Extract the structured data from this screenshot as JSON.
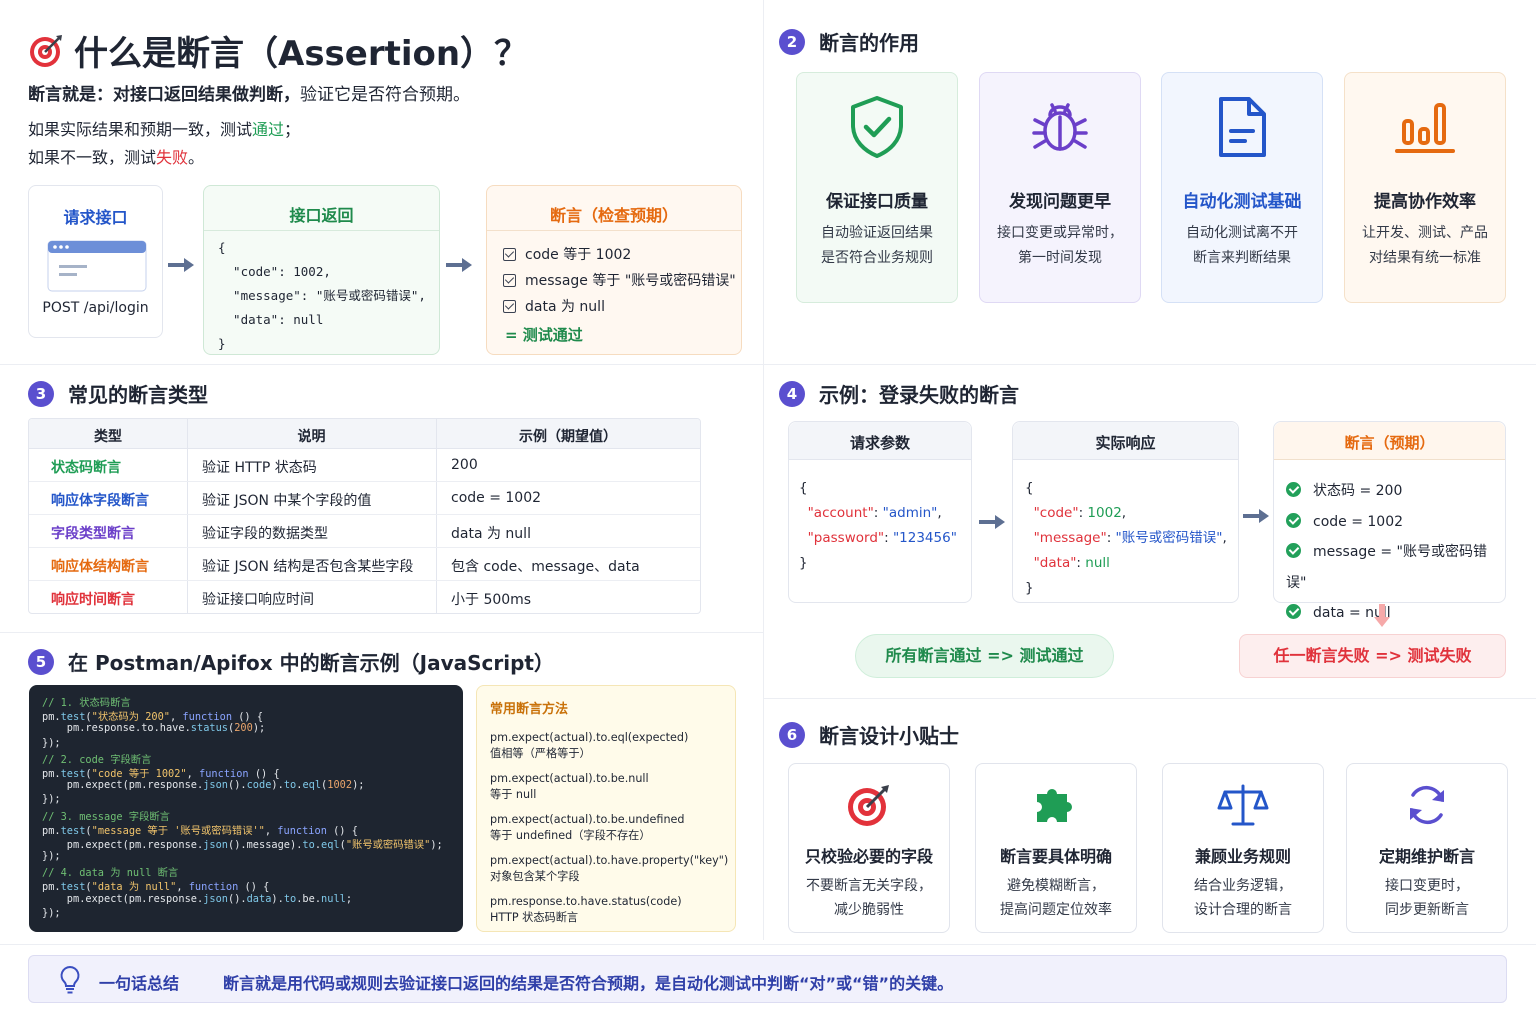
{
  "header": {
    "title": "什么是断言（Assertion）？",
    "lead": "断言就是：对接口返回结果做判断，",
    "lead_rest": "验证它是否符合预期。",
    "line1_prefix": "如果实际结果和预期一致，测试",
    "line1_word": "通过",
    "line1_suffix": "；",
    "line2_prefix": "如果不一致，测试",
    "line2_word": "失败",
    "line2_suffix": "。"
  },
  "flow": {
    "request_title": "请求接口",
    "request_endpoint": "POST /api/login",
    "response_title": "接口返回",
    "response_code": [
      "{",
      "  \"code\": 1002,",
      "  \"message\": \"账号或密码错误\",",
      "  \"data\": null",
      "}"
    ],
    "assert_title": "断言（检查预期）",
    "assert_items": [
      "code 等于 1002",
      "message 等于 \"账号或密码错误\"",
      "data 为 null"
    ],
    "assert_result": "=  测试通过"
  },
  "roles": {
    "num": "2",
    "title": "断言的作用",
    "items": [
      {
        "icon": "shield-check-icon",
        "title": "保证接口质量",
        "desc1": "自动验证返回结果",
        "desc2": "是否符合业务规则"
      },
      {
        "icon": "bug-icon",
        "title": "发现问题更早",
        "desc1": "接口变更或异常时，",
        "desc2": "第一时间发现"
      },
      {
        "icon": "document-icon",
        "title": "自动化测试基础",
        "desc1": "自动化测试离不开",
        "desc2": "断言来判断结果"
      },
      {
        "icon": "bar-chart-icon",
        "title": "提高协作效率",
        "desc1": "让开发、测试、产品",
        "desc2": "对结果有统一标准"
      }
    ]
  },
  "types": {
    "num": "3",
    "title": "常见的断言类型",
    "headers": [
      "类型",
      "说明",
      "示例（期望值）"
    ],
    "rows": [
      {
        "type": "状态码断言",
        "desc": "验证 HTTP 状态码",
        "example": "200"
      },
      {
        "type": "响应体字段断言",
        "desc": "验证 JSON 中某个字段的值",
        "example": "code = 1002"
      },
      {
        "type": "字段类型断言",
        "desc": "验证字段的数据类型",
        "example": "data 为 null"
      },
      {
        "type": "响应体结构断言",
        "desc": "验证 JSON 结构是否包含某些字段",
        "example": "包含 code、message、data"
      },
      {
        "type": "响应时间断言",
        "desc": "验证接口响应时间",
        "example": "小于 500ms"
      }
    ]
  },
  "example": {
    "num": "4",
    "title": "示例：登录失败的断言",
    "params_title": "请求参数",
    "params": [
      "{",
      "  \"account\": \"admin\",",
      "  \"password\": \"123456\"",
      "}"
    ],
    "actual_title": "实际响应",
    "actual": [
      "{",
      "  \"code\": 1002,",
      "  \"message\": \"账号或密码错误\",",
      "  \"data\": null",
      "}"
    ],
    "expect_title": "断言（预期）",
    "expect_items": [
      "状态码 = 200",
      "code = 1002",
      "message = \"账号或密码错误\"",
      "data = null"
    ],
    "pass_text": "所有断言通过  =>  测试通过",
    "fail_text": "任一断言失败  =>  测试失败"
  },
  "postman": {
    "num": "5",
    "title": "在 Postman/Apifox 中的断言示例（JavaScript）",
    "methods_title": "常用断言方法",
    "methods": [
      {
        "code": "pm.expect(actual).to.eql(expected)",
        "desc": "值相等（严格等于）"
      },
      {
        "code": "pm.expect(actual).to.be.null",
        "desc": "等于 null"
      },
      {
        "code": "pm.expect(actual).to.be.undefined",
        "desc": "等于 undefined（字段不存在）"
      },
      {
        "code": "pm.expect(actual).to.have.property(\"key\")",
        "desc": "对象包含某个字段"
      },
      {
        "code": "pm.response.to.have.status(code)",
        "desc": "HTTP 状态码断言"
      }
    ]
  },
  "tips": {
    "num": "6",
    "title": "断言设计小贴士",
    "items": [
      {
        "icon": "target-icon",
        "title": "只校验必要的字段",
        "desc1": "不要断言无关字段，",
        "desc2": "减少脆弱性"
      },
      {
        "icon": "puzzle-icon",
        "title": "断言要具体明确",
        "desc1": "避免模糊断言，",
        "desc2": "提高问题定位效率"
      },
      {
        "icon": "scale-icon",
        "title": "兼顾业务规则",
        "desc1": "结合业务逻辑，",
        "desc2": "设计合理的断言"
      },
      {
        "icon": "refresh-icon",
        "title": "定期维护断言",
        "desc1": "接口变更时，",
        "desc2": "同步更新断言"
      }
    ]
  },
  "summary": {
    "label": "一句话总结",
    "text": "断言就是用代码或规则去验证接口返回的结果是否符合预期，是自动化测试中判断“对”或“错”的关键。"
  }
}
